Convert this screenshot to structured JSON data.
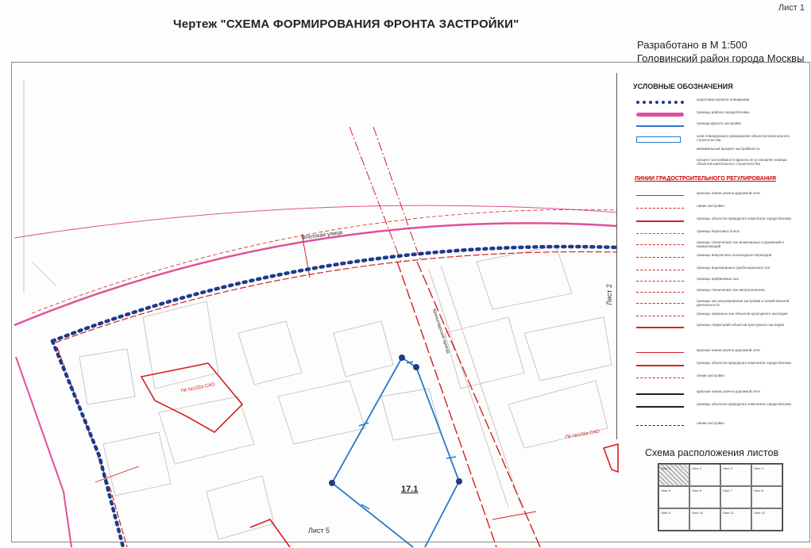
{
  "sheet_number": "Лист 1",
  "title": "Чертеж \"СХЕМА ФОРМИРОВАНИЯ ФРОНТА ЗАСТРОЙКИ\"",
  "developed_line1": "Разработано в М 1:500",
  "developed_line2": "Головинский район города Москвы",
  "map": {
    "street_label": "Флотская  улица",
    "passage_label": "Кронштадтский проезд",
    "object_id": "17.1",
    "pk_left": "ПК №102а САО",
    "pk_right": "ПК №102а САО",
    "sheet_right": "Лист 2",
    "sheet_bottom": "Лист 5",
    "colors": {
      "red": "#d42020",
      "blue_front": "#1f3a8a",
      "blue_zone": "#2a78c8",
      "pink": "#e0509a"
    }
  },
  "legend": {
    "title": "УСЛОВНЫЕ ОБОЗНАЧЕНИЯ",
    "items": [
      "подготовки проекта планировки",
      "границы района города Москвы",
      "граница фронта застройки",
      "зона планируемого размещения объектов капитального строительства",
      "минимальный процент застройкиости",
      "процент застройкиости фронта не установлен номера объектов капитального строительства"
    ],
    "sub_title": "ЛИНИИ ГРАДОСТРОИТЕЛЬНОГО РЕГУЛИРОВАНИЯ",
    "reg_items": [
      "красные линии улично-дорожной сети",
      "линии застройки",
      "границы объектов природного комплекса города Москвы",
      "границы береговых полос",
      "границы технических зон инженерных сооружений и коммуникаций",
      "границы внеуличных пешеходных переходов",
      "границы водоохранных (рыбоохранных) зон",
      "границы прибрежных зон",
      "границы технических зон метрополитена",
      "границы зон регулирования застройки и хозяйственной деятельности",
      "границы охранных зон объектов культурного наследия",
      "границы территорий объектов культурного наследия",
      "красные линии улично-дорожной сети",
      "границы объектов природного комплекса города Москвы",
      "линии застройки",
      "красные линии улично-дорожной сети",
      "границы объектов природного комплекса города Москвы",
      "линии застройки"
    ]
  },
  "scheme": {
    "title": "Схема расположения листов",
    "cells": [
      "Лист 1",
      "Лист 2",
      "Лист 3",
      "Лист 4",
      "Лист 5",
      "Лист 6",
      "Лист 7",
      "Лист 8",
      "Лист 9",
      "Лист 10",
      "Лист 11",
      "Лист 12"
    ]
  }
}
